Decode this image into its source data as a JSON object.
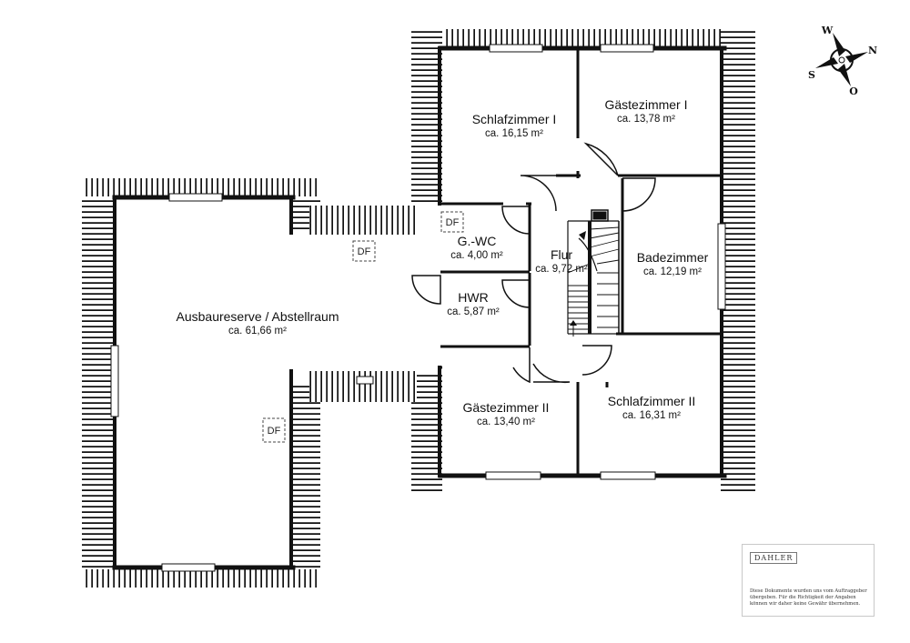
{
  "rooms": {
    "schlafzimmer1": {
      "name": "Schlafzimmer I",
      "area": "ca. 16,15 m²"
    },
    "gaestezimmer1": {
      "name": "Gästezimmer I",
      "area": "ca. 13,78 m²"
    },
    "gwc": {
      "name": "G.-WC",
      "area": "ca. 4,00 m²"
    },
    "flur": {
      "name": "Flur",
      "area": "ca. 9,72 m²"
    },
    "badezimmer": {
      "name": "Badezimmer",
      "area": "ca. 12,19 m²"
    },
    "hwr": {
      "name": "HWR",
      "area": "ca. 5,87 m²"
    },
    "ausbaureserve": {
      "name": "Ausbaureserve / Abstellraum",
      "area": "ca. 61,66 m²"
    },
    "gaestezimmer2": {
      "name": "Gästezimmer II",
      "area": "ca. 13,40 m²"
    },
    "schlafzimmer2": {
      "name": "Schlafzimmer II",
      "area": "ca. 16,31 m²"
    }
  },
  "skylights": {
    "label": "DF"
  },
  "compass": {
    "w": "W",
    "n": "N",
    "s": "S",
    "o": "O"
  },
  "info": {
    "brand": "DAHLER",
    "disclaimer": "Diese Dokumente wurden uns vom Auftraggeber übergeben. Für die Richtigkeit der Angaben können wir daher keine Gewähr übernehmen."
  },
  "colors": {
    "wall": "#111111",
    "roof_stroke": "#111111",
    "background": "#ffffff"
  }
}
